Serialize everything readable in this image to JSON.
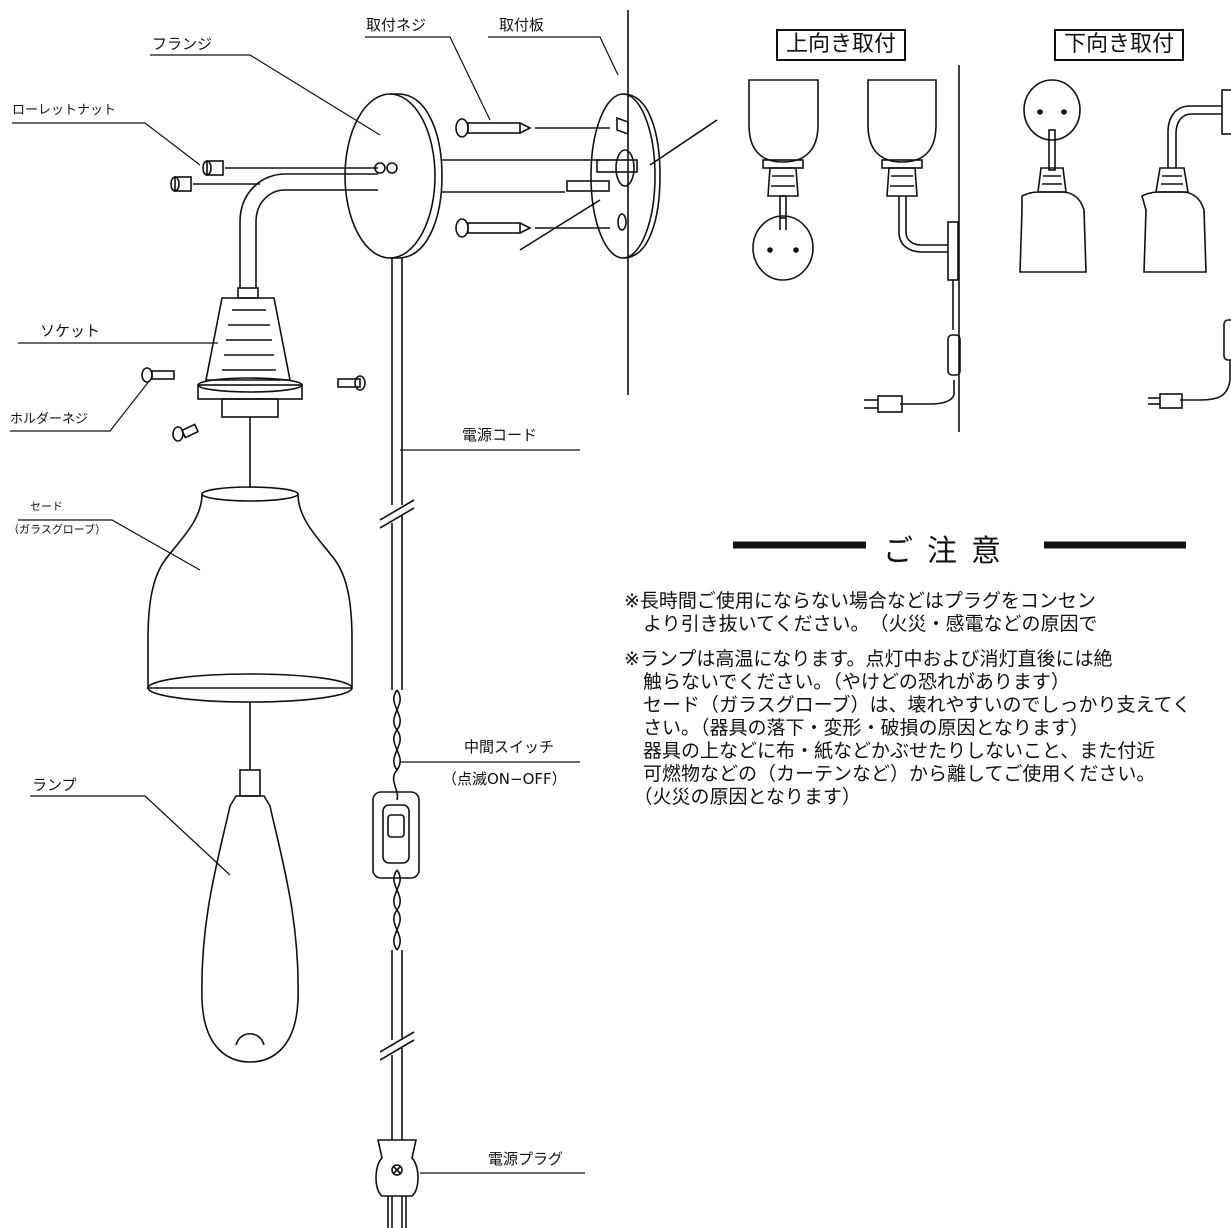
{
  "labels": {
    "flange": "フランジ",
    "mounting_screw": "取付ネジ",
    "mounting_plate": "取付板",
    "knurled_nut": "ローレットナット",
    "socket": "ソケット",
    "holder_screw": "ホルダーネジ",
    "shade_line1": "セード",
    "shade_line2": "（ガラスグローブ）",
    "power_cord": "電源コード",
    "lamp": "ランプ",
    "inline_switch": "中間スイッチ",
    "inline_switch_sub": "（点滅ON−OFF）",
    "power_plug": "電源プラグ"
  },
  "mounting": {
    "upward": "上向き取付",
    "downward": "下向き取付"
  },
  "notice": {
    "title": "ご注意",
    "lines": [
      "※長時間ご使用にならない場合などはプラグをコンセン",
      "　より引き抜いてください。　（火災・感電などの原因で",
      "",
      "※ランプは高温になります。点灯中および消灯直後には絶",
      "　触らないでください。（やけどの恐れがあります）",
      "　セード（ガラスグローブ）は、壊れやすいのでしっかり支えてく",
      "　さい。（器具の落下・変形・破損の原因となります）",
      "　器具の上などに布・紙などかぶせたりしないこと、また付近",
      "　可燃物などの（カーテンなど）から離してご使用ください。",
      "　（火災の原因となります）"
    ]
  }
}
